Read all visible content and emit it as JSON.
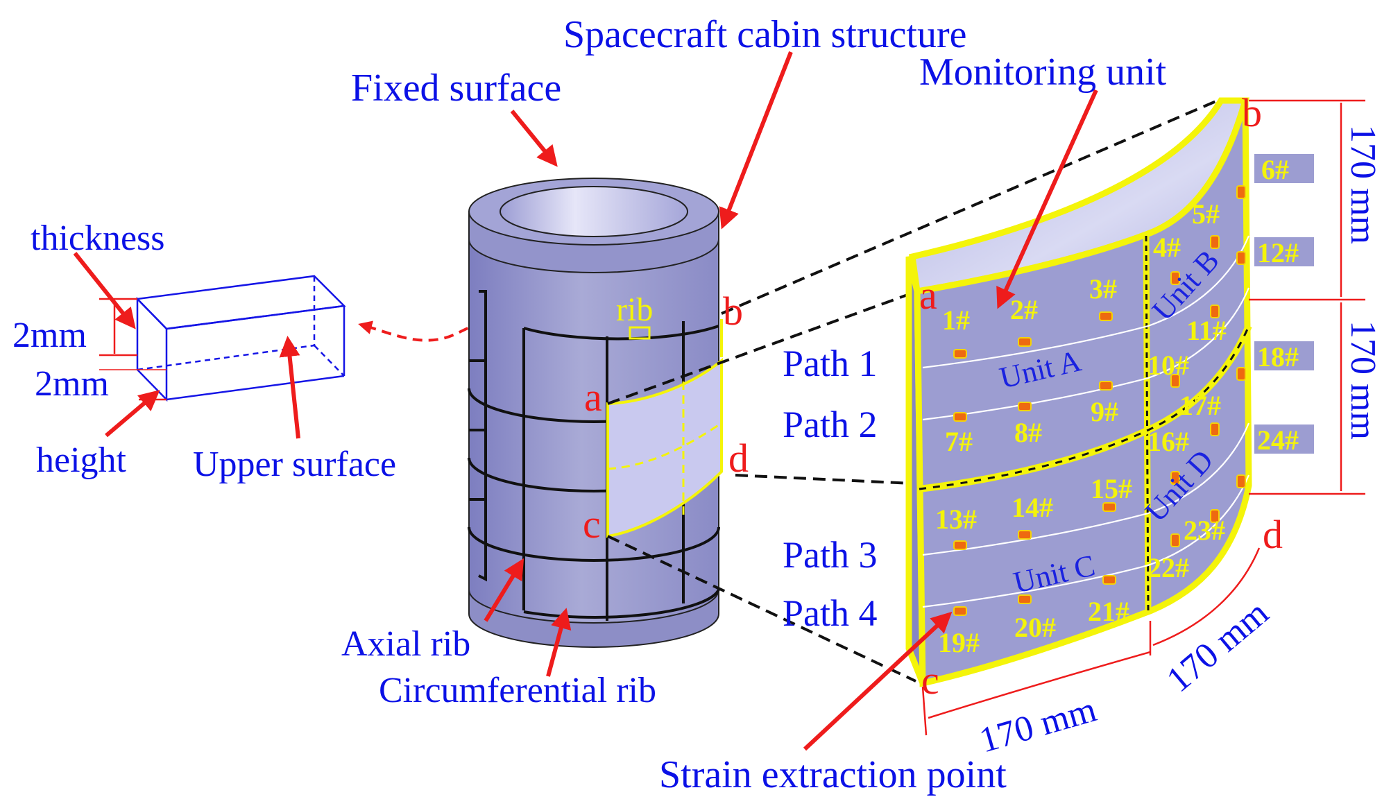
{
  "labels": {
    "spacecraft_cabin_structure": "Spacecraft cabin structure",
    "monitoring_unit": "Monitoring unit",
    "fixed_surface": "Fixed surface",
    "thickness": "thickness",
    "height": "height",
    "upper_surface": "Upper surface",
    "dim_thickness": "2mm",
    "dim_height": "2mm",
    "rib": "rib",
    "axial_rib": "Axial rib",
    "circumferential_rib": "Circumferential rib",
    "strain_extraction_point": "Strain extraction point",
    "path_1": "Path 1",
    "path_2": "Path 2",
    "path_3": "Path 3",
    "path_4": "Path 4",
    "unit_a": "Unit A",
    "unit_b": "Unit B",
    "unit_c": "Unit C",
    "unit_d": "Unit D",
    "dim_upper_vertical": "170 mm",
    "dim_lower_vertical": "170 mm",
    "dim_bottom": "170 mm",
    "dim_diagonal": "170 mm"
  },
  "corner_points": {
    "a": "a",
    "b": "b",
    "c": "c",
    "d": "d"
  },
  "sensor_ids": [
    "1#",
    "2#",
    "3#",
    "4#",
    "5#",
    "6#",
    "7#",
    "8#",
    "9#",
    "10#",
    "11#",
    "12#",
    "13#",
    "14#",
    "15#",
    "16#",
    "17#",
    "18#",
    "19#",
    "20#",
    "21#",
    "22#",
    "23#",
    "24#"
  ],
  "colors": {
    "label_blue": "#0b11e6",
    "arrow_red": "#ee1c1c",
    "highlight_yellow": "#f4f40a",
    "panel_fill": "#9b9bd0",
    "cylinder_fill": "#9fa0cf"
  }
}
